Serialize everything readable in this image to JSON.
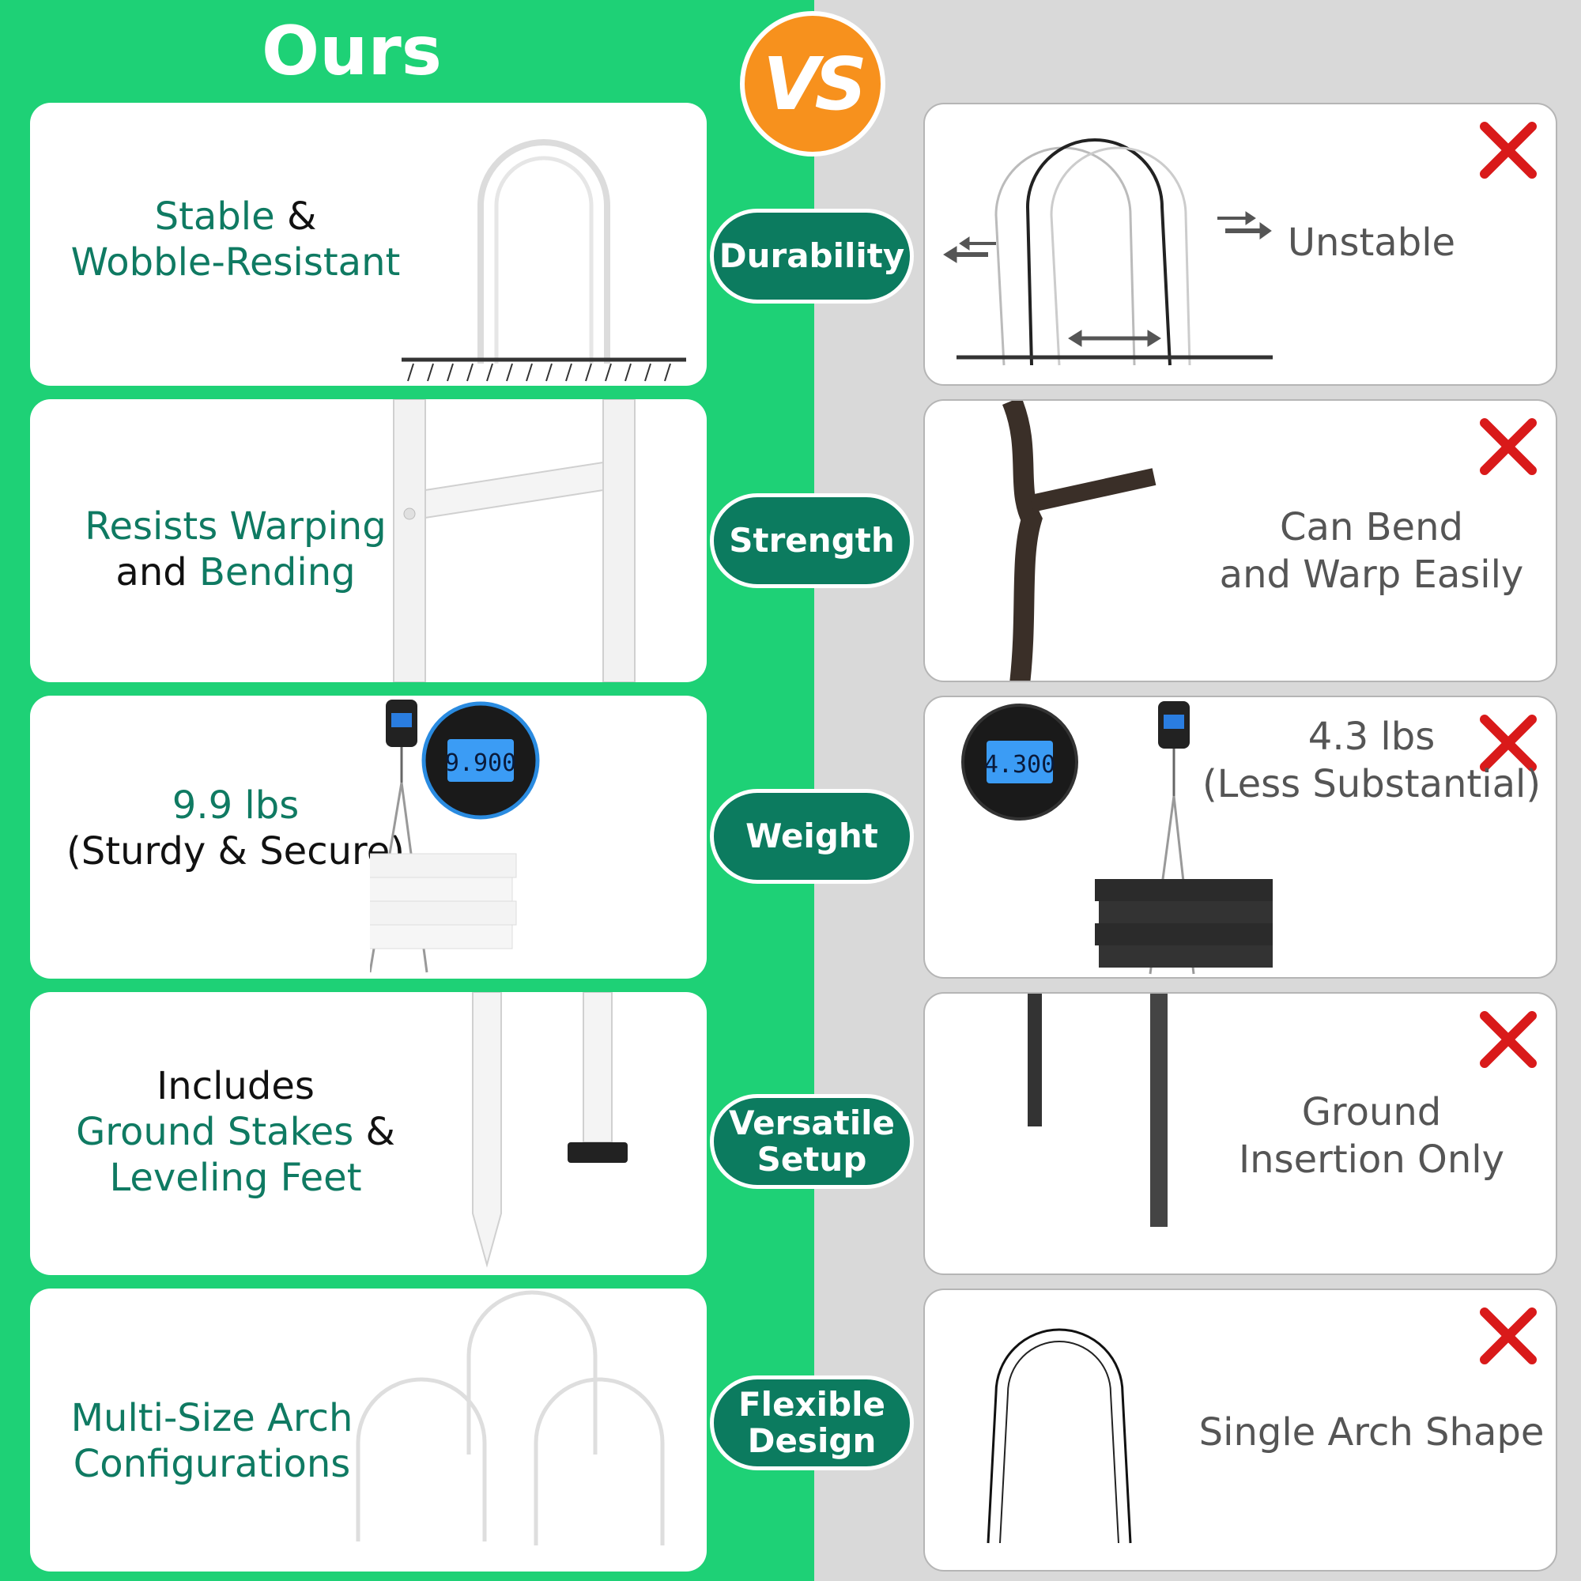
{
  "header": {
    "ours": "Ours",
    "vs": "VS"
  },
  "rows": [
    {
      "label": "Durability",
      "ours": [
        "Stable",
        "&",
        "Wobble-Resistant"
      ],
      "theirs": [
        "Unstable"
      ]
    },
    {
      "label": "Strength",
      "ours": [
        "Resists Warping",
        "and",
        "Bending"
      ],
      "theirs": [
        "Can Bend",
        "and Warp Easily"
      ]
    },
    {
      "label": "Weight",
      "ours": [
        "9.9 lbs",
        "(Sturdy & Secure)"
      ],
      "ours_scale": "9.900",
      "theirs": [
        "4.3 lbs",
        "(Less Substantial)"
      ],
      "theirs_scale": "4.300"
    },
    {
      "label": [
        "Versatile",
        "Setup"
      ],
      "ours": [
        "Includes",
        "Ground Stakes",
        "&",
        "Leveling Feet"
      ],
      "theirs": [
        "Ground",
        "Insertion Only"
      ]
    },
    {
      "label": [
        "Flexible",
        "Design"
      ],
      "ours": [
        "Multi-Size Arch",
        "Configurations"
      ],
      "theirs": [
        "Single Arch Shape"
      ]
    }
  ],
  "colors": {
    "ours_bg": "#1ed176",
    "theirs_bg": "#d9d9d9",
    "accent_green": "#0c7b5f",
    "vs_orange": "#f7911d",
    "cross_red": "#d91a1a"
  },
  "icons": {
    "cross": "cross-icon",
    "arrow": "arrow-icon"
  }
}
